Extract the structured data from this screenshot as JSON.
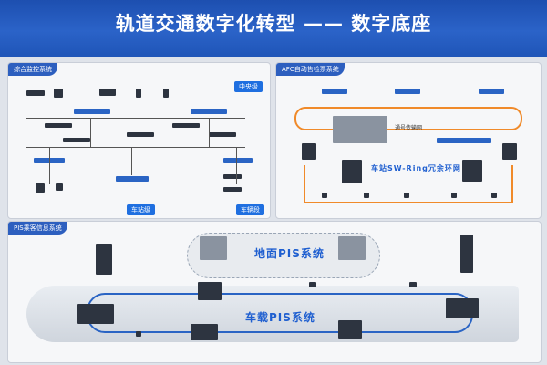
{
  "banner": {
    "title": "轨道交通数字化转型 —— 数字底座"
  },
  "panels": {
    "monitor": {
      "title": "综合监控系统",
      "tag_center": "中央级",
      "tag_station": "车站级",
      "tag_depot": "车辆段"
    },
    "afc": {
      "title": "AFC自动售检票系统",
      "ring_label": "车站SW-Ring冗余环网",
      "net_label": "通号传输网"
    },
    "pis": {
      "title": "PIS乘客信息系统",
      "ground_label": "地面PIS系统",
      "onboard_label": "车载PIS系统"
    }
  },
  "colors": {
    "brand": "#2d5fbf",
    "ring": "#f08a2a",
    "tag": "#1f6fe0"
  }
}
